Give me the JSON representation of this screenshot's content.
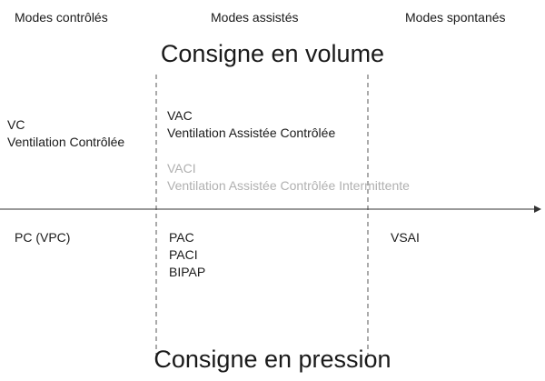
{
  "headers": {
    "controlled": "Modes contrôlés",
    "assisted": "Modes assistés",
    "spontaneous": "Modes spontanés"
  },
  "titles": {
    "volume": "Consigne en volume",
    "pressure": "Consigne en pression"
  },
  "volume_modes": {
    "controlled": [
      "VC",
      "Ventilation Contrôlée"
    ],
    "assisted": [
      "VAC",
      "Ventilation Assistée Contrôlée"
    ],
    "assisted_intermittent": [
      "VACI",
      "Ventilation Assistée Contrôlée Intermittente"
    ]
  },
  "pressure_modes": {
    "controlled": [
      "PC (VPC)"
    ],
    "assisted": [
      "PAC",
      "PACI",
      "BIPAP"
    ],
    "spontaneous": [
      "VSAI"
    ]
  },
  "colors": {
    "text": "#1a1a1a",
    "muted": "#b0b0b0",
    "lines": "#555555"
  }
}
